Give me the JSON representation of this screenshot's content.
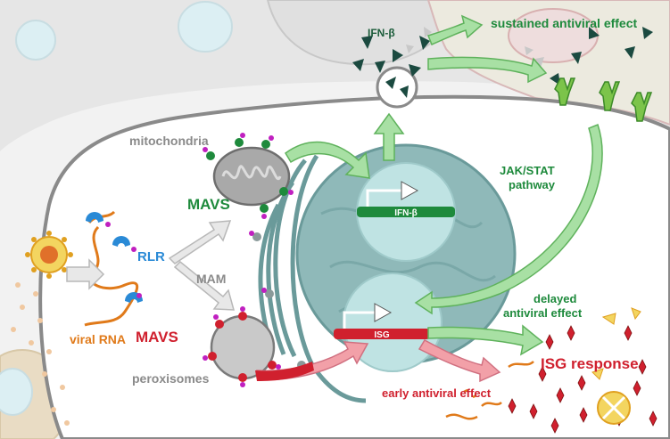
{
  "labels": {
    "ifn_secreted": "IFN-β",
    "sustained": "sustained antiviral effect",
    "mitochondria": "mitochondria",
    "mavs_mito": "MAVS",
    "jak_stat_1": "JAK/STAT",
    "jak_stat_2": "pathway",
    "rlr": "RLR",
    "mam": "MAM",
    "ifn_gene": "IFN-β",
    "isg_gene": "ISG",
    "delayed_1": "delayed",
    "delayed_2": "antiviral effect",
    "viral_rna": "viral RNA",
    "mavs_perox": "MAVS",
    "peroxisomes": "peroxisomes",
    "isg_response": "ISG response",
    "early": "early antiviral effect"
  },
  "colors": {
    "green_dark": "#1e8a3c",
    "green_arrow": "#a8e0a4",
    "red": "#d0202e",
    "orange": "#e07a1a",
    "blue": "#2a8ad6",
    "gray_text": "#8a8a8a",
    "nucleus": "#8fb9b9",
    "pink_arrow": "#f2a0a8"
  }
}
